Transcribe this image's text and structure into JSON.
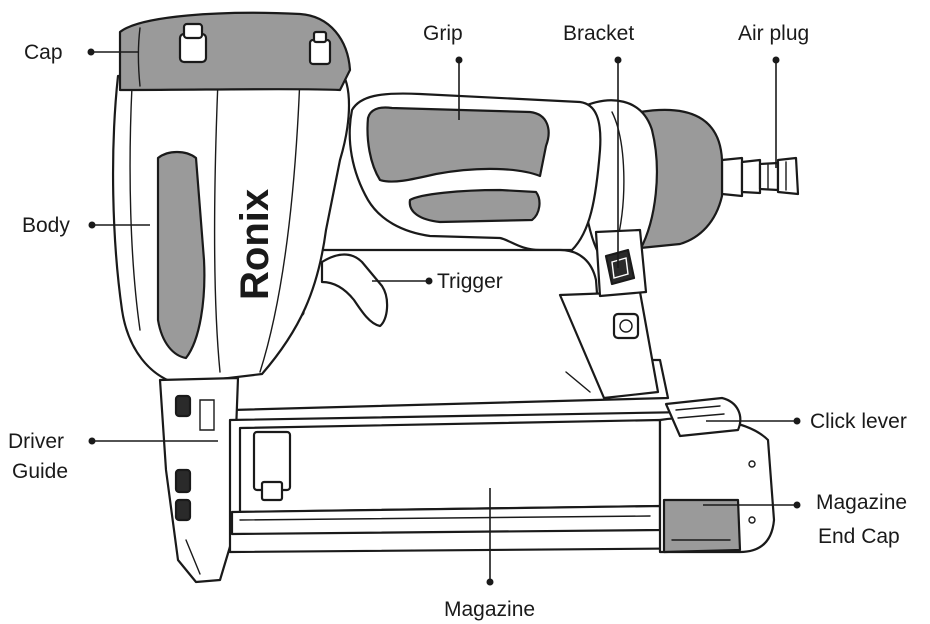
{
  "brand": "Ronix",
  "labels": {
    "cap": "Cap",
    "grip": "Grip",
    "bracket": "Bracket",
    "air_plug": "Air plug",
    "body": "Body",
    "trigger": "Trigger",
    "driver_guide_1": "Driver",
    "driver_guide_2": "Guide",
    "click_lever": "Click lever",
    "magazine_end_cap_1": "Magazine",
    "magazine_end_cap_2": "End Cap",
    "magazine": "Magazine"
  },
  "colors": {
    "outline": "#1a1a1a",
    "accent_grey": "#9a9a9a",
    "background": "#ffffff"
  }
}
